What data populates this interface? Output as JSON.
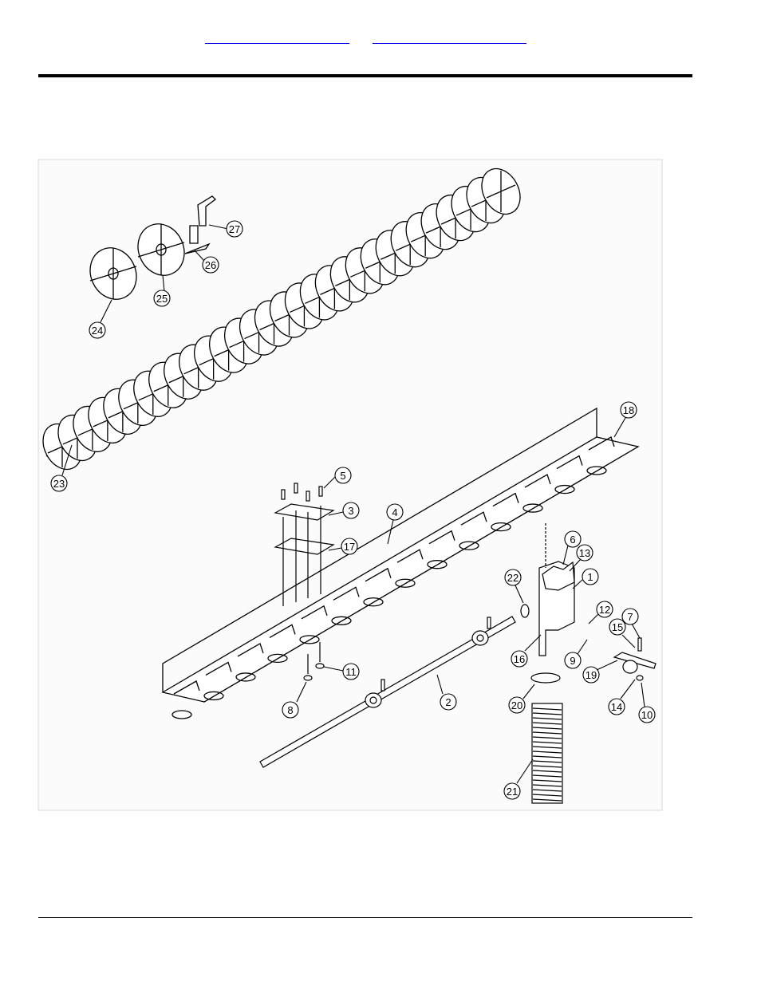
{
  "header": {
    "link_left": "",
    "link_right": ""
  },
  "diagram": {
    "callouts": [
      "1",
      "2",
      "3",
      "4",
      "5",
      "6",
      "7",
      "8",
      "9",
      "10",
      "11",
      "12",
      "13",
      "14",
      "15",
      "16",
      "17",
      "18",
      "19",
      "20",
      "21",
      "22",
      "23",
      "24",
      "25",
      "26",
      "27"
    ]
  },
  "footer": {
    "text": ""
  }
}
